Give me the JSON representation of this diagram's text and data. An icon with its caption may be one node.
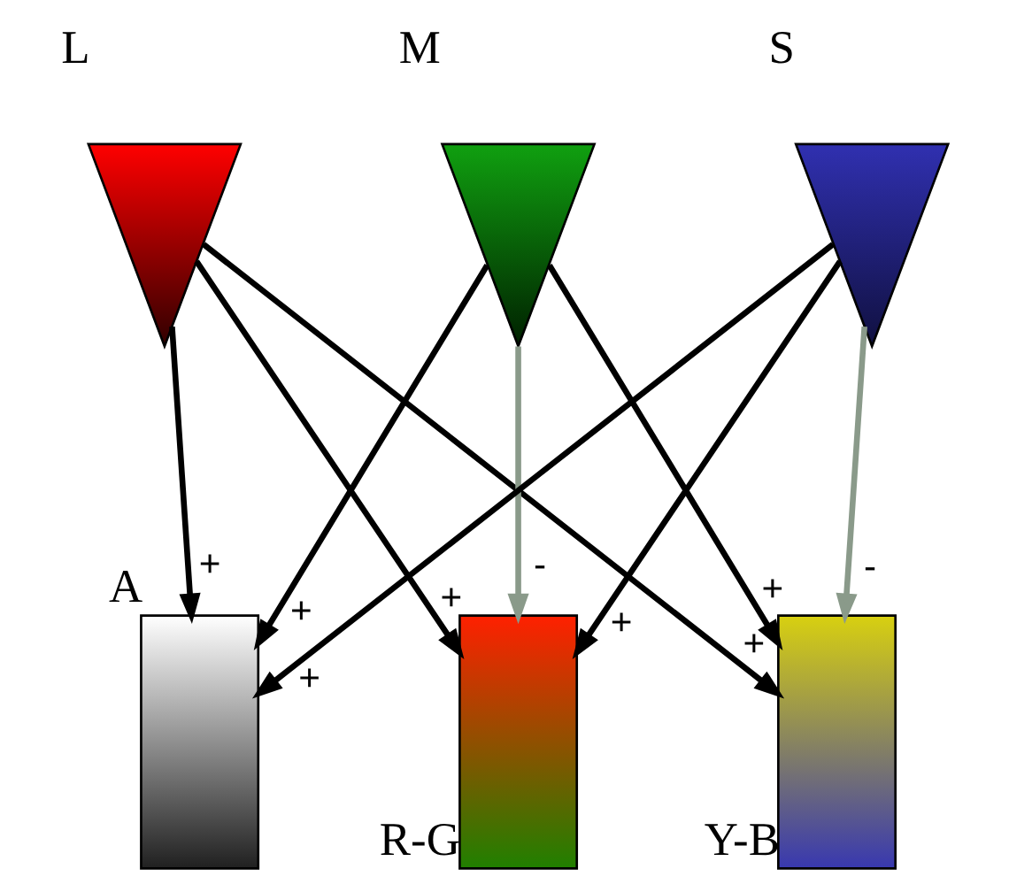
{
  "diagram": {
    "nodes": [
      {
        "text": [
          "L"
        ]
      },
      {
        "text": [
          "M"
        ]
      },
      {
        "text": [
          "S"
        ]
      },
      {
        "text": [
          "A"
        ]
      },
      {
        "text": [
          "R-G"
        ]
      },
      {
        "text": [
          "Y-B"
        ]
      }
    ],
    "edges": [
      {
        "from": 0,
        "to": 3,
        "arrow": "to",
        "label": "+"
      },
      {
        "from": 0,
        "to": 4,
        "arrow": "to",
        "label": "+"
      },
      {
        "from": 0,
        "to": 5,
        "arrow": "to",
        "label": "+"
      },
      {
        "from": 1,
        "to": 3,
        "arrow": "to",
        "label": "+"
      },
      {
        "from": 1,
        "to": 4,
        "arrow": "to",
        "label": "-",
        "color": "#8a9a8a"
      },
      {
        "from": 1,
        "to": 5,
        "arrow": "to",
        "label": "+"
      },
      {
        "from": 2,
        "to": 3,
        "arrow": "to",
        "label": "+"
      },
      {
        "from": 2,
        "to": 4,
        "arrow": "to",
        "label": "+"
      },
      {
        "from": 2,
        "to": 5,
        "arrow": "to",
        "label": "-",
        "color": "#8a9a8a"
      }
    ]
  }
}
